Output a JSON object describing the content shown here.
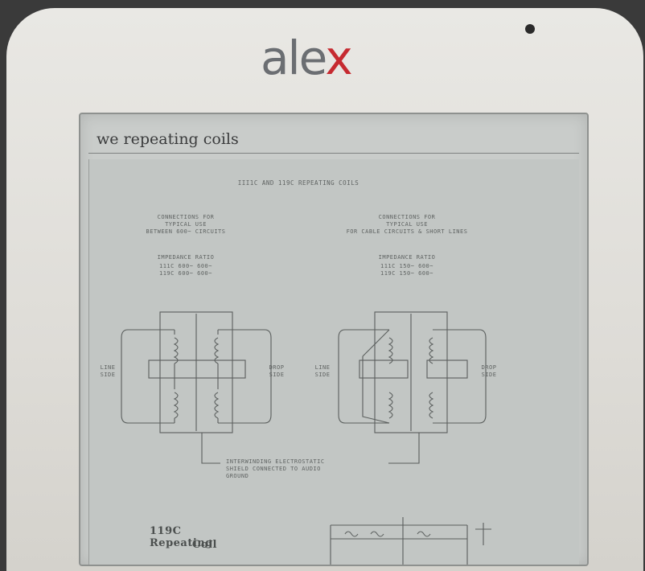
{
  "device": {
    "logo_main": "ale",
    "logo_accent": "x"
  },
  "screen": {
    "document_title": "we repeating coils"
  },
  "diagram": {
    "heading": "III1C AND 119C REPEATING COILS",
    "left_caption": [
      "CONNECTIONS FOR",
      "TYPICAL USE",
      "BETWEEN 600~ CIRCUITS"
    ],
    "right_caption": [
      "CONNECTIONS FOR",
      "TYPICAL USE",
      "FOR CABLE CIRCUITS & SHORT LINES"
    ],
    "impedance_label": "IMPEDANCE RATIO",
    "left_ratios": [
      "111C 600~ 600~",
      "119C 600~ 600~"
    ],
    "right_ratios": [
      "111C 150~ 600~",
      "119C 150~ 600~"
    ],
    "line_side": [
      "LINE",
      "SIDE"
    ],
    "drop_side": [
      "DROP",
      "SIDE"
    ],
    "shield_note": [
      "INTERWINDING ELECTROSTATIC",
      "SHIELD CONNECTED TO AUDIO",
      "GROUND"
    ],
    "bottom_label": [
      "119C Repeating",
      "Coil"
    ]
  },
  "colors": {
    "device_bezel": "#e3e2de",
    "screen": "#c9ccca",
    "logo_gray": "#6b6e72",
    "logo_red": "#c62a30"
  }
}
